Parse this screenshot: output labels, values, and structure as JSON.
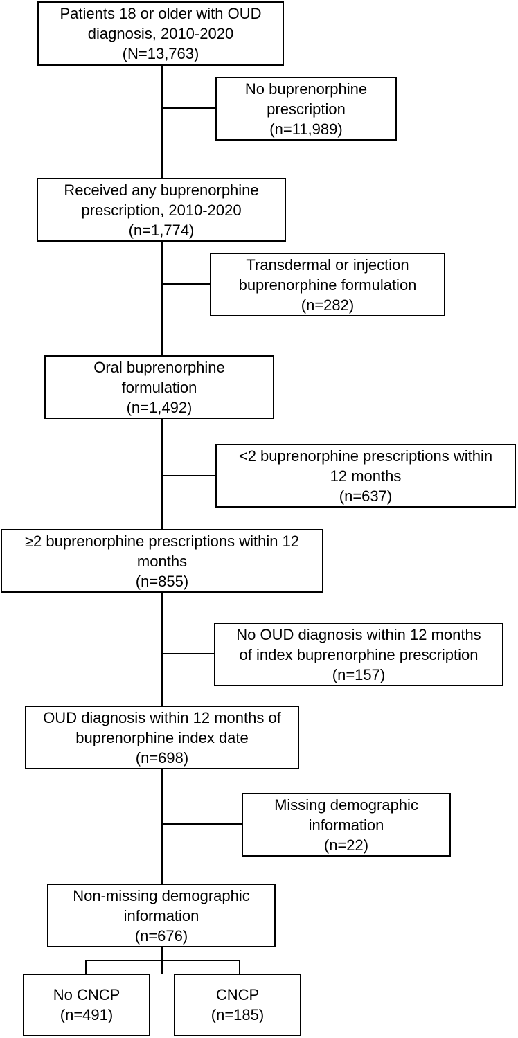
{
  "boxes": {
    "all_patients": {
      "lines": [
        "Patients 18 or older with OUD",
        "diagnosis, 2010-2020",
        "(N=13,763)"
      ]
    },
    "no_buprenorphine": {
      "lines": [
        "No buprenorphine",
        "prescription",
        "(n=11,989)"
      ]
    },
    "any_buprenorphine": {
      "lines": [
        "Received any buprenorphine",
        "prescription, 2010-2020",
        "(n=1,774)"
      ]
    },
    "transdermal_injection": {
      "lines": [
        "Transdermal or injection",
        "buprenorphine formulation",
        "(n=282)"
      ]
    },
    "oral_formulation": {
      "lines": [
        "Oral buprenorphine",
        "formulation",
        "(n=1,492)"
      ]
    },
    "less_than_two_rx": {
      "lines": [
        "<2 buprenorphine prescriptions within",
        "12 months",
        "(n=637)"
      ]
    },
    "two_or_more_rx": {
      "lines": [
        "≥2 buprenorphine prescriptions within 12",
        "months",
        "(n=855)"
      ]
    },
    "no_oud_dx": {
      "lines": [
        "No OUD diagnosis within 12 months",
        "of index buprenorphine prescription",
        "(n=157)"
      ]
    },
    "oud_dx": {
      "lines": [
        "OUD diagnosis within 12 months of",
        "buprenorphine index date",
        "(n=698)"
      ]
    },
    "missing_demo": {
      "lines": [
        "Missing demographic",
        "information",
        "(n=22)"
      ]
    },
    "nonmissing_demo": {
      "lines": [
        "Non-missing demographic",
        "information",
        "(n=676)"
      ]
    },
    "no_cncp": {
      "lines": [
        "No CNCP",
        "(n=491)"
      ]
    },
    "cncp": {
      "lines": [
        "CNCP",
        "(n=185)"
      ]
    }
  }
}
